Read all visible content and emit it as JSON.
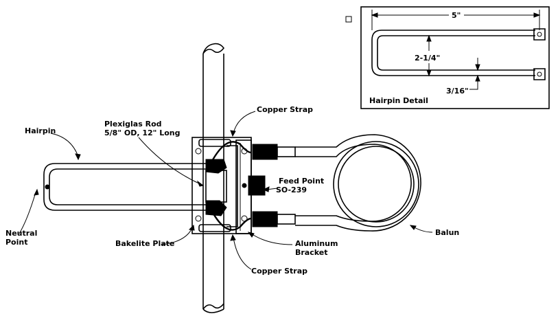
{
  "labels": {
    "hairpin": "Hairpin",
    "plexiglas_rod_line1": "Plexiglas Rod",
    "plexiglas_rod_line2": "5/8\" OD, 12\" Long",
    "copper_strap_top": "Copper Strap",
    "copper_strap_bottom": "Copper Strap",
    "feed_point_line1": "Feed Point",
    "feed_point_line2": "SO-239",
    "neutral_point_line1": "Neutral",
    "neutral_point_line2": "Point",
    "bakelite_plate": "Bakelite Plate",
    "aluminum_bracket_line1": "Aluminum",
    "aluminum_bracket_line2": "Bracket",
    "balun": "Balun"
  },
  "inset": {
    "title": "Hairpin Detail",
    "dim_length": "5\"",
    "dim_spacing": "2-1/4\"",
    "dim_diameter": "3/16\""
  }
}
